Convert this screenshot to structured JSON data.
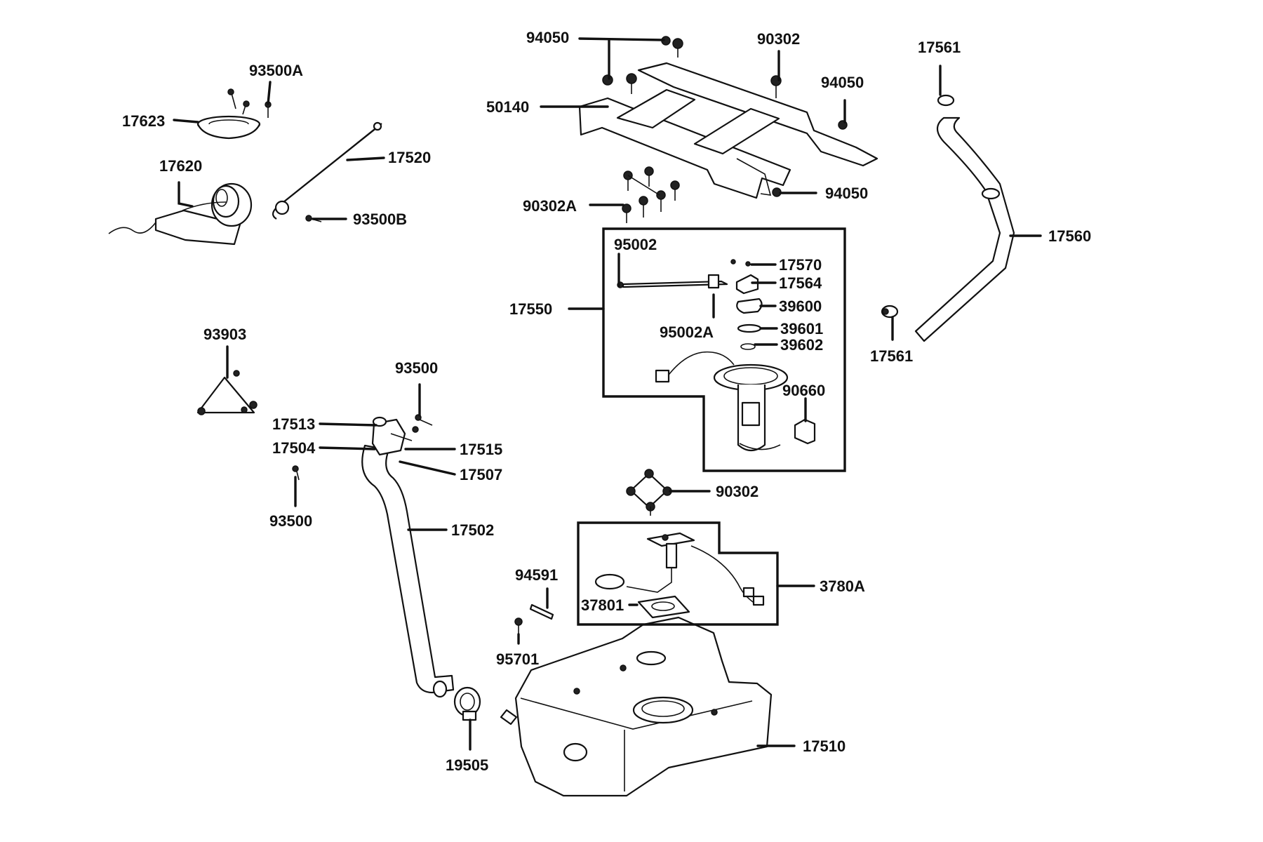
{
  "diagram": {
    "callouts": [
      {
        "id": "94050_top",
        "label": "94050"
      },
      {
        "id": "90302_top",
        "label": "90302"
      },
      {
        "id": "93500A",
        "label": "93500A"
      },
      {
        "id": "17623",
        "label": "17623"
      },
      {
        "id": "17520",
        "label": "17520"
      },
      {
        "id": "17620",
        "label": "17620"
      },
      {
        "id": "93500B",
        "label": "93500B"
      },
      {
        "id": "50140",
        "label": "50140"
      },
      {
        "id": "94050_mid",
        "label": "94050"
      },
      {
        "id": "94050_low",
        "label": "94050"
      },
      {
        "id": "90302A",
        "label": "90302A"
      },
      {
        "id": "17561_top",
        "label": "17561"
      },
      {
        "id": "17560",
        "label": "17560"
      },
      {
        "id": "17561_bot",
        "label": "17561"
      },
      {
        "id": "95002",
        "label": "95002"
      },
      {
        "id": "17570",
        "label": "17570"
      },
      {
        "id": "17564",
        "label": "17564"
      },
      {
        "id": "39600",
        "label": "39600"
      },
      {
        "id": "39601",
        "label": "39601"
      },
      {
        "id": "39602",
        "label": "39602"
      },
      {
        "id": "17550",
        "label": "17550"
      },
      {
        "id": "95002A",
        "label": "95002A"
      },
      {
        "id": "90660",
        "label": "90660"
      },
      {
        "id": "93903",
        "label": "93903"
      },
      {
        "id": "93500_top",
        "label": "93500"
      },
      {
        "id": "17513",
        "label": "17513"
      },
      {
        "id": "17504",
        "label": "17504"
      },
      {
        "id": "17515",
        "label": "17515"
      },
      {
        "id": "17507",
        "label": "17507"
      },
      {
        "id": "93500_bot",
        "label": "93500"
      },
      {
        "id": "17502",
        "label": "17502"
      },
      {
        "id": "90302_mid",
        "label": "90302"
      },
      {
        "id": "94591",
        "label": "94591"
      },
      {
        "id": "3780A",
        "label": "3780A"
      },
      {
        "id": "37801",
        "label": "37801"
      },
      {
        "id": "95701",
        "label": "95701"
      },
      {
        "id": "17510",
        "label": "17510"
      },
      {
        "id": "19505",
        "label": "19505"
      }
    ]
  }
}
